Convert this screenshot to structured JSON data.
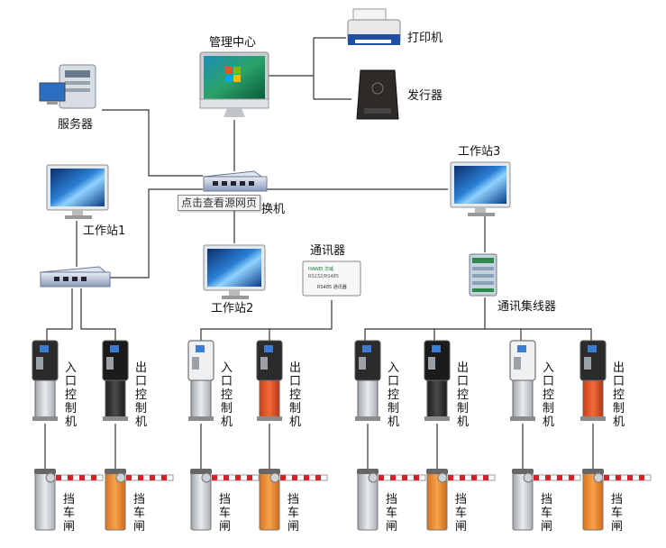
{
  "labels": {
    "management_center": "管理中心",
    "printer": "打印机",
    "card_issuer": "发行器",
    "server": "服务器",
    "switch_suffix": "换机",
    "workstation1": "工作站1",
    "workstation2": "工作站2",
    "workstation3": "工作站3",
    "communicator": "通讯器",
    "comm_hub": "通讯集线器",
    "entry_controller": "入口控制机",
    "exit_controller": "出口控制机",
    "barrier_gate": "挡车闸"
  },
  "tooltip": "点击查看源网页",
  "device_text": {
    "communicator_brand": "HAWEI 华威",
    "communicator_model": "RS232/RS485",
    "communicator_name": "RS485 通讯器"
  },
  "colors": {
    "line": "#333333",
    "gate_gray": "#cfd3d6",
    "gate_orange": "#ef8a2a",
    "controller_orange": "#e8501f",
    "controller_black": "#2b2b2b",
    "arm_red": "#d6202a"
  },
  "lanes": [
    {
      "controller": "entry_controller",
      "style": "gray-black",
      "gate": "gray"
    },
    {
      "controller": "exit_controller",
      "style": "dark",
      "gate": "orange"
    },
    {
      "controller": "entry_controller",
      "style": "gray-white",
      "gate": "gray"
    },
    {
      "controller": "exit_controller",
      "style": "orange",
      "gate": "orange"
    },
    {
      "controller": "entry_controller",
      "style": "gray-black",
      "gate": "gray"
    },
    {
      "controller": "exit_controller",
      "style": "dark",
      "gate": "orange"
    },
    {
      "controller": "entry_controller",
      "style": "gray-white",
      "gate": "gray"
    },
    {
      "controller": "exit_controller",
      "style": "orange",
      "gate": "orange"
    }
  ]
}
